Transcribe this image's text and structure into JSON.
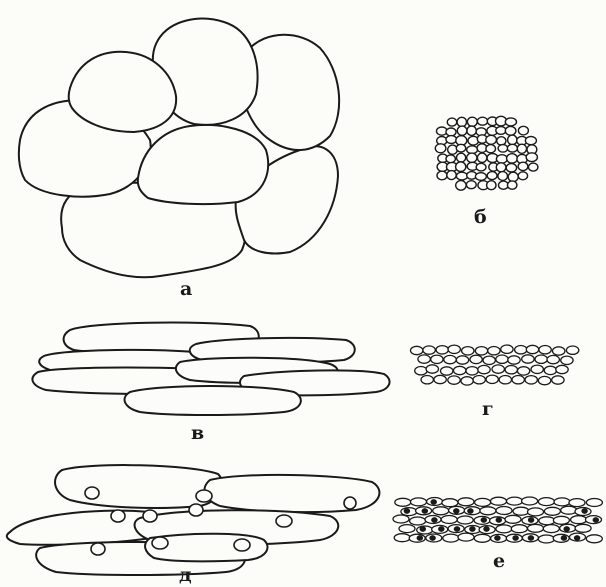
{
  "figure": {
    "panels": [
      {
        "id": "a",
        "label": "а"
      },
      {
        "id": "b",
        "label": "б"
      },
      {
        "id": "v",
        "label": "в"
      },
      {
        "id": "g",
        "label": "г"
      },
      {
        "id": "d",
        "label": "д"
      },
      {
        "id": "e",
        "label": "е"
      }
    ],
    "stroke_color": "#1a1a1a",
    "background_color": "#fcfcf8"
  }
}
